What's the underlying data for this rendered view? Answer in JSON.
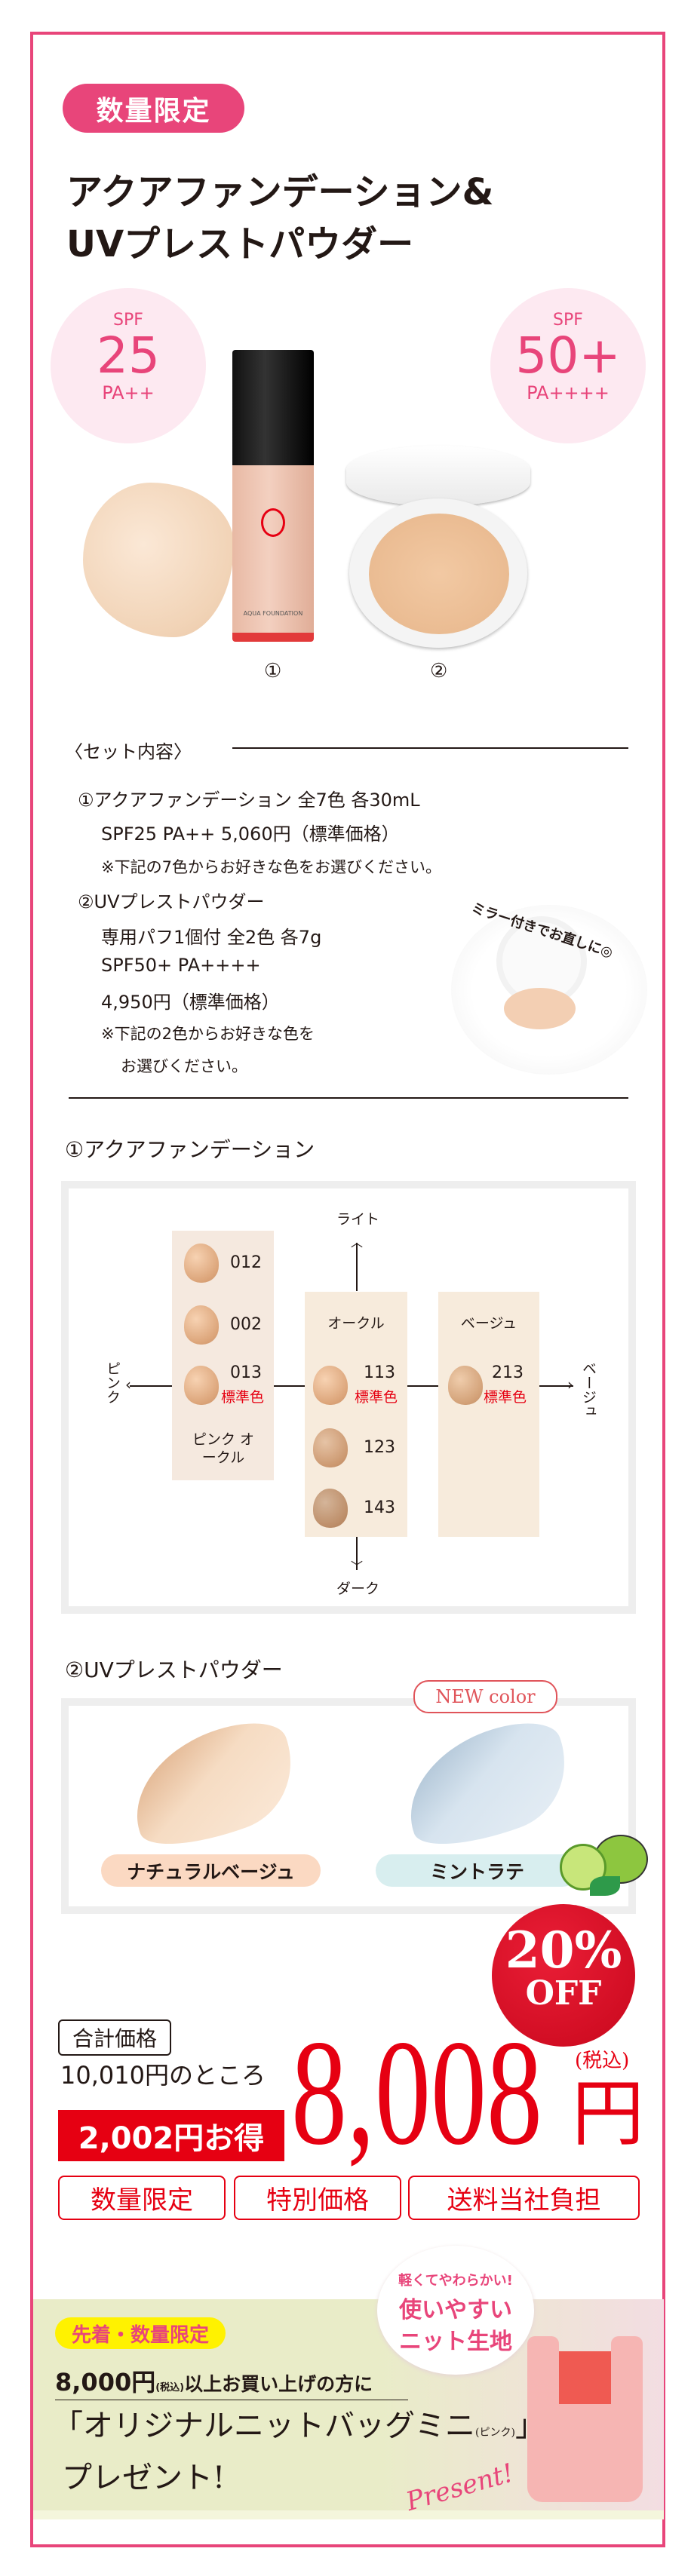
{
  "header": {
    "badge": "数量限定",
    "title_line1": "アクアファンデーション&",
    "title_line2": "UVプレストパウダー"
  },
  "spf": [
    {
      "label": "SPF",
      "value": "25",
      "pa": "PA++"
    },
    {
      "label": "SPF",
      "value": "50+",
      "pa": "PA++++"
    }
  ],
  "products": {
    "bottle_label": "AQUA FOUNDATION",
    "marker1": "①",
    "marker2": "②"
  },
  "set": {
    "heading": "〈セット内容〉",
    "lines": [
      "①アクアファンデーション 全7色 各30mL",
      "SPF25 PA++ 5,060円（標準価格）",
      "※下記の7色からお好きな色をお選びください。",
      "②UVプレストパウダー",
      "専用パフ1個付 全2色 各7g",
      "SPF50+ PA++++",
      "4,950円（標準価格）",
      "※下記の2色からお好きな色を",
      "お選びください。"
    ],
    "mirror_caption": "ミラー付きでお直しに◎"
  },
  "foundation": {
    "heading": "①アクアファンデーション",
    "axis": {
      "top": "ライト",
      "bottom": "ダーク",
      "left": "ピンク",
      "right": "ベージュ"
    },
    "groups": {
      "pink": "ピンク オークル",
      "ochre": "オークル",
      "beige": "ベージュ"
    },
    "standard_label": "標準色",
    "shades": [
      "012",
      "002",
      "013",
      "113",
      "123",
      "143",
      "213"
    ]
  },
  "powder": {
    "heading": "②UVプレストパウダー",
    "new_label": "NEW color",
    "shades": [
      "ナチュラルベージュ",
      "ミントラテ"
    ]
  },
  "price": {
    "discount": "20%",
    "off": "OFF",
    "total_label": "合計価格",
    "original": "10,010円のところ",
    "savings": "2,002円お得",
    "sale": "8,008",
    "yen": "円",
    "tax": "(税込)",
    "tags": [
      "数量限定",
      "特別価格",
      "送料当社負担"
    ]
  },
  "present": {
    "badge": "先着・数量限定",
    "condition_amount": "8,000円",
    "condition_tax": "(税込)",
    "condition_rest": "以上お買い上げの方に",
    "item_open": "「オリジナルニットバッグミニ",
    "item_color": "(ピンク)",
    "item_close": "」",
    "present_text": "プレゼント!",
    "bubble": [
      "軽くてやわらかい!",
      "使いやすい",
      "ニット生地"
    ],
    "script": "Present!"
  },
  "colors": {
    "accent": "#e8457a",
    "red": "#e60012",
    "yellow": "#fff200"
  }
}
